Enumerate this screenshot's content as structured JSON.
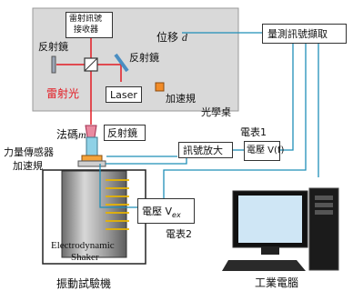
{
  "optical_table": {
    "label": "光學桌",
    "laser_signal_receiver": [
      "雷射訊號",
      "接收器"
    ],
    "displacement": "位移",
    "displacement_var": "d",
    "mirror_left": "反射鏡",
    "mirror_right": "反射鏡",
    "laser_light": "雷射光",
    "laser": "Laser",
    "accelerometer_table": "加速規"
  },
  "measurement_capture": "量測訊號擷取",
  "mirror_bottom": "反射鏡",
  "mass_label": "法碼",
  "mass_var": "m",
  "force_sensor": "力量傳感器",
  "accelerometer": "加速規",
  "amplifier": "訊號放大",
  "voltage_f": "電壓 V(f)",
  "meter1": "電表1",
  "voltage_ex_prefix": "電壓 V",
  "voltage_ex_sub": "ex",
  "meter2": "電表2",
  "shaker": [
    "Electrodynamic",
    "Shaker"
  ],
  "shaker_caption": "振動試驗機",
  "computer_caption": "工業電腦",
  "colors": {
    "laser_red": "#e31b23",
    "signal_line": "#1f8fb8",
    "coil_yellow": "#e8b400",
    "table_gray": "#d8d8d8",
    "orange": "#f28c28"
  }
}
